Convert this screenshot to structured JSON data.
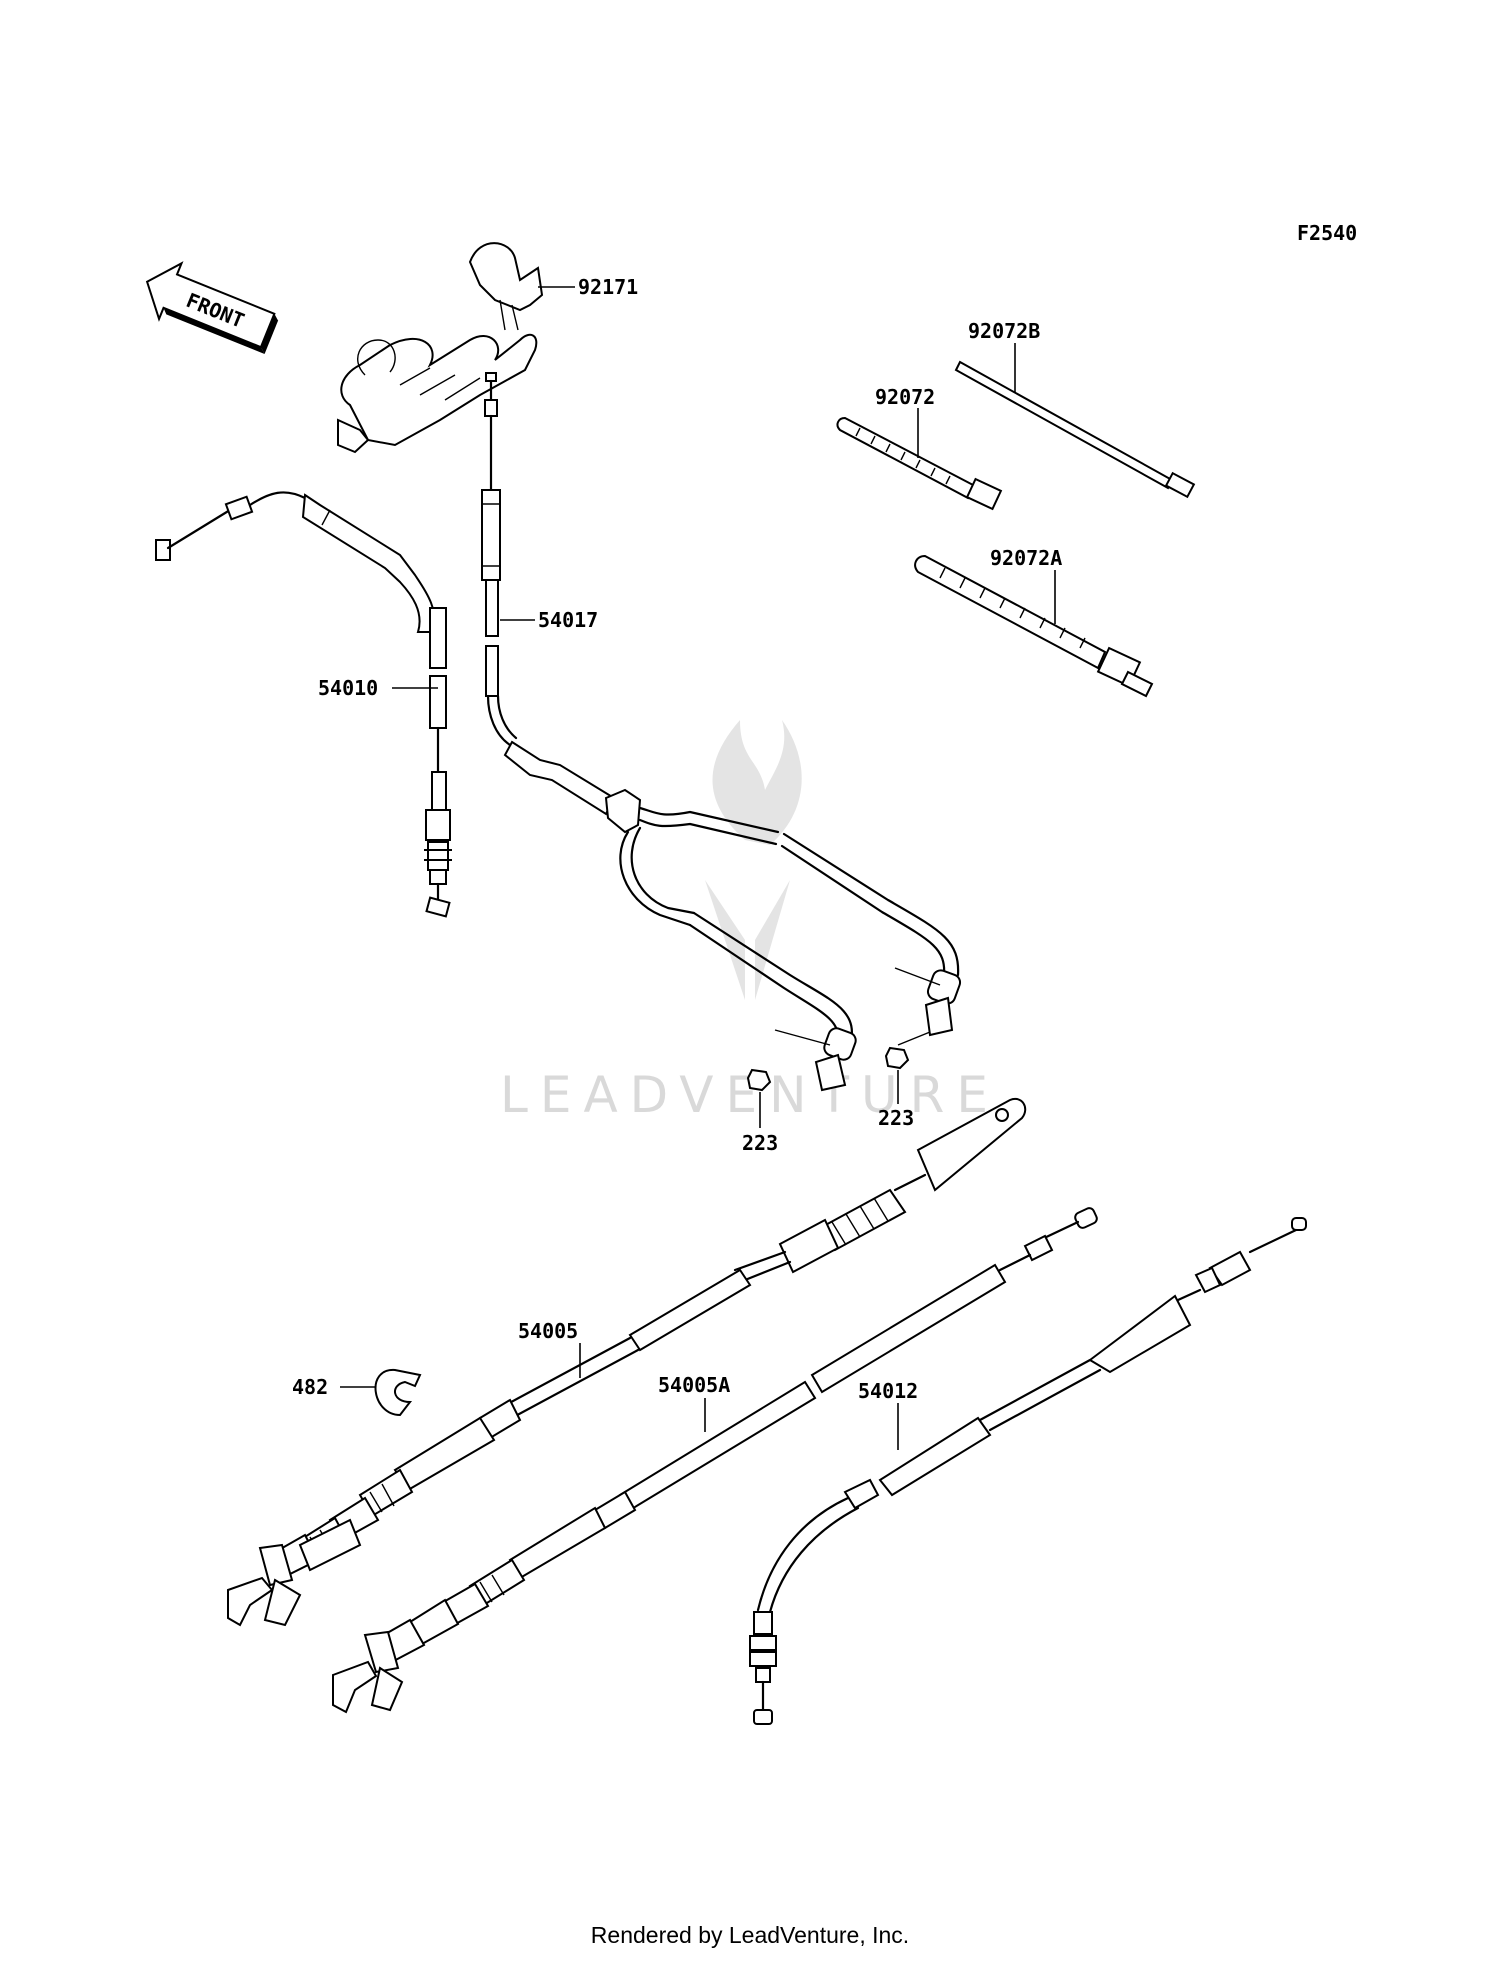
{
  "diagram_code": "F2540",
  "front_label": "FRONT",
  "watermark": "LEADVENTURE",
  "footer": "Rendered by LeadVenture, Inc.",
  "parts": {
    "p92171": "92171",
    "p92072B": "92072B",
    "p92072": "92072",
    "p92072A": "92072A",
    "p54017": "54017",
    "p54010": "54010",
    "p223a": "223",
    "p223b": "223",
    "p54005": "54005",
    "p482": "482",
    "p54005A": "54005A",
    "p54012": "54012"
  }
}
